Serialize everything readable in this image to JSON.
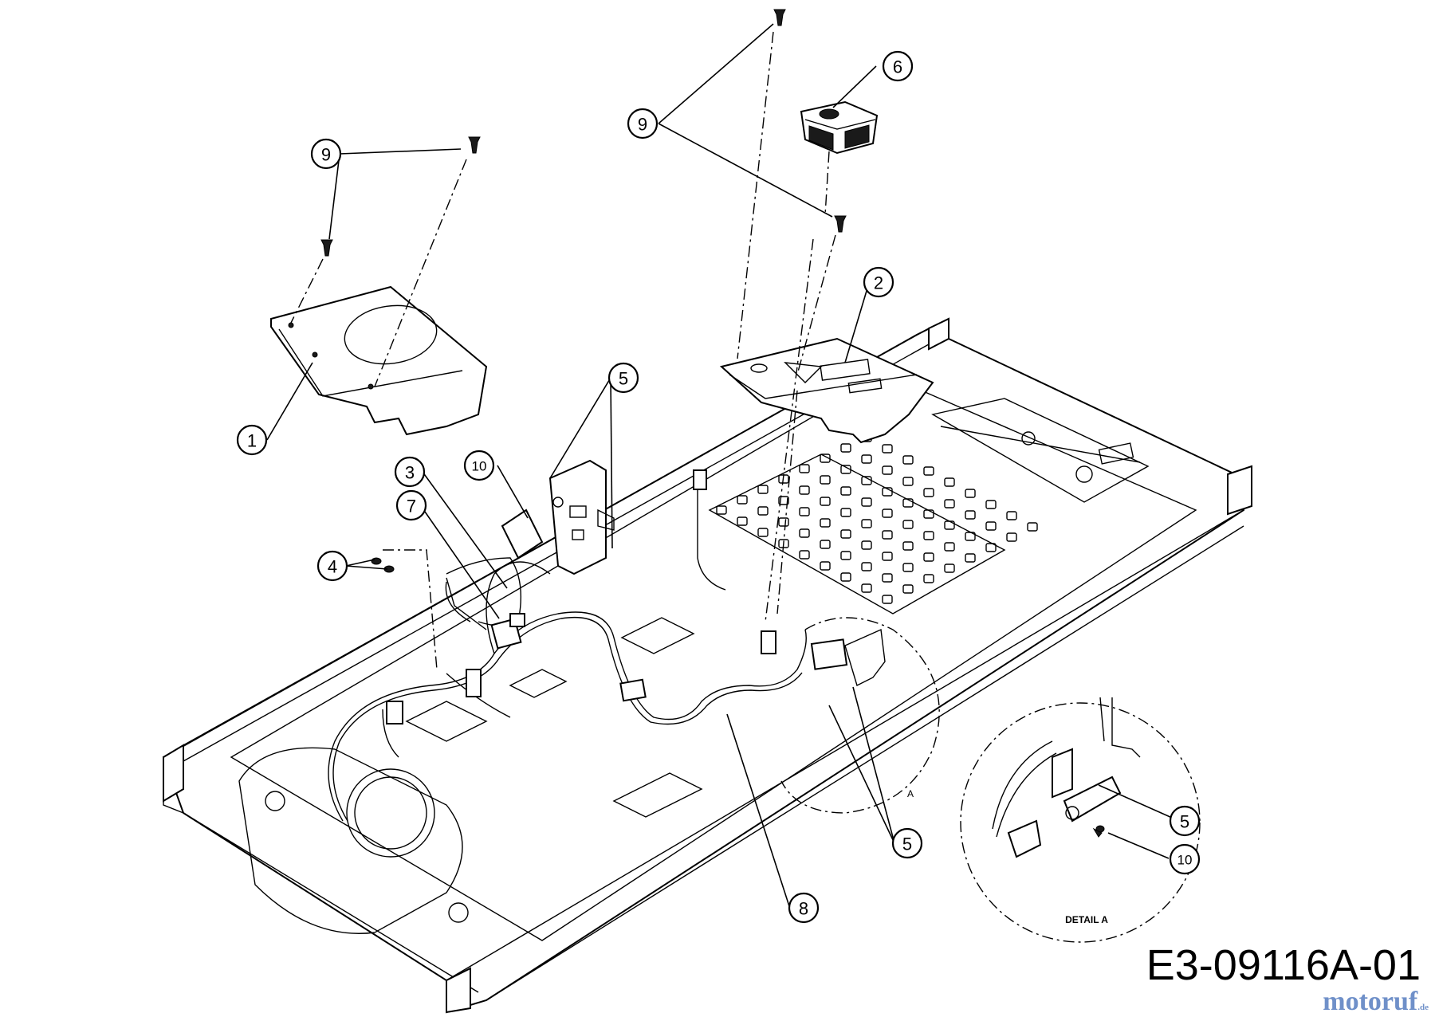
{
  "callouts": [
    {
      "id": "1",
      "label": "1"
    },
    {
      "id": "2",
      "label": "2"
    },
    {
      "id": "3",
      "label": "3"
    },
    {
      "id": "4",
      "label": "4"
    },
    {
      "id": "5a",
      "label": "5"
    },
    {
      "id": "5b",
      "label": "5"
    },
    {
      "id": "5c",
      "label": "5"
    },
    {
      "id": "6",
      "label": "6"
    },
    {
      "id": "7",
      "label": "7"
    },
    {
      "id": "8",
      "label": "8"
    },
    {
      "id": "9a",
      "label": "9"
    },
    {
      "id": "9b",
      "label": "9"
    },
    {
      "id": "10a",
      "label": "10"
    },
    {
      "id": "10b",
      "label": "10"
    }
  ],
  "detail": {
    "label": "DETAIL A",
    "view_letter": "A"
  },
  "drawing_code": "E3-09116A-01",
  "watermark": {
    "brand": "motoruf",
    "suffix": ".de"
  }
}
